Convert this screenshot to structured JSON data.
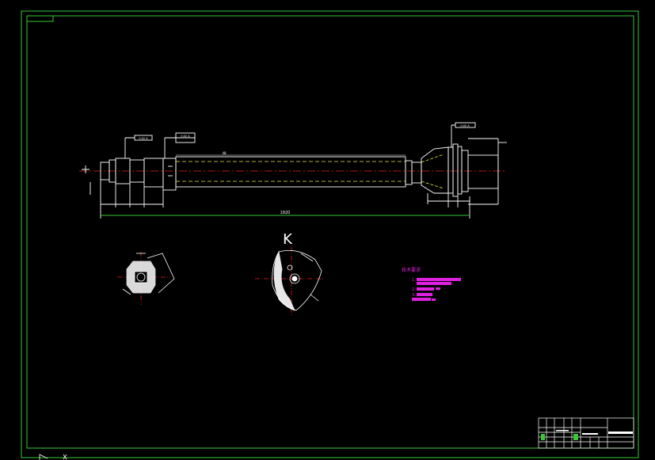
{
  "drawing": {
    "section_label": "K",
    "length_dim": "1920",
    "top_dim": "48",
    "callouts": [
      "0.02 A",
      "0.02 A",
      "0.02 A"
    ],
    "tech_title": "技术要求",
    "tech_items": [
      "1.",
      "2.",
      "3."
    ]
  },
  "colors": {
    "frame": "#39c739",
    "geometry": "#ffffff",
    "centerline": "#e02020",
    "hidden": "#e8e84a",
    "notes": "#e020e0",
    "cyan": "#23c8c8"
  }
}
